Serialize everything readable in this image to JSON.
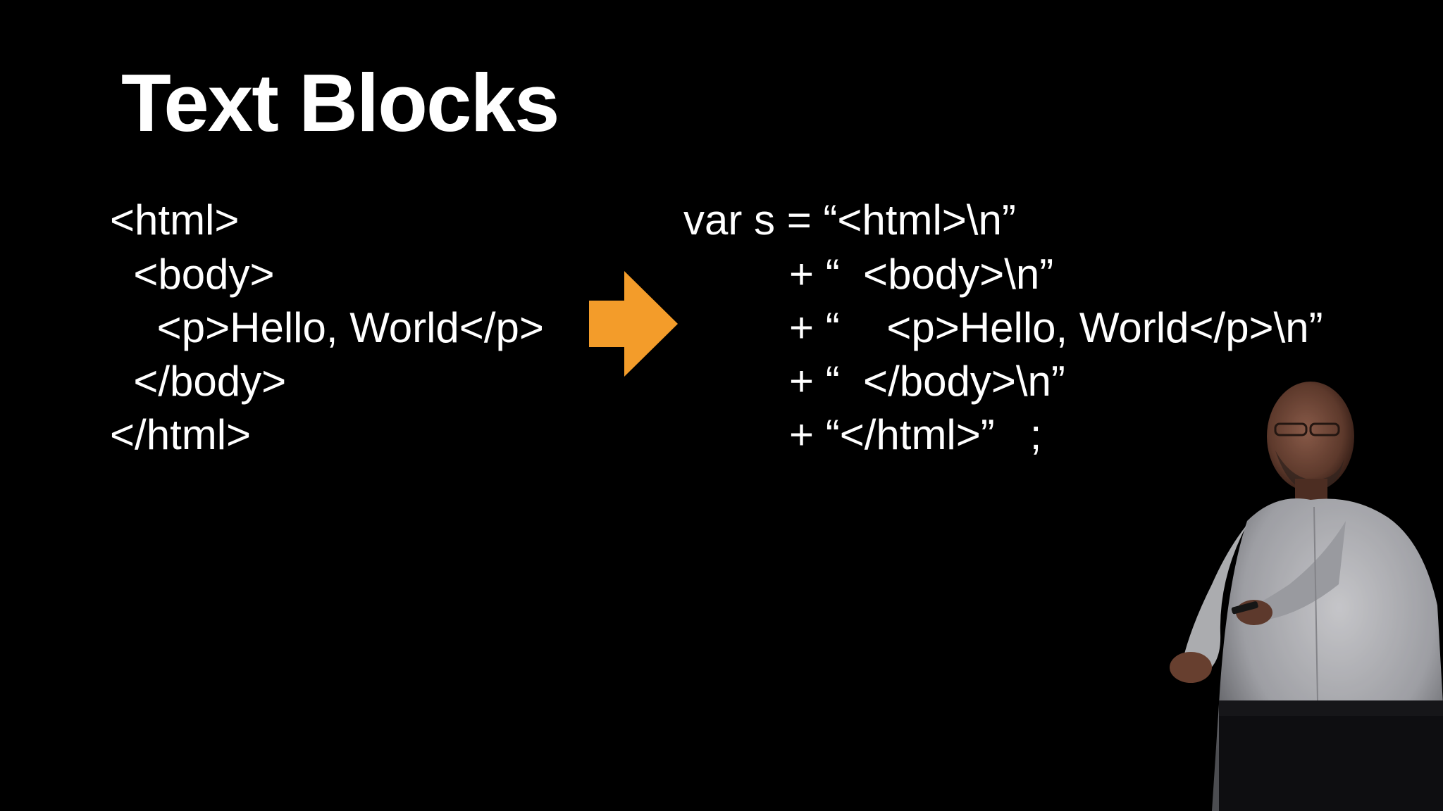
{
  "slide": {
    "title": "Text Blocks",
    "html_source_lines": [
      "<html>",
      "  <body>",
      "    <p>Hello, World</p>",
      "  </body>",
      "</html>"
    ],
    "java_string_lines": [
      "var s = “<html>\\n”",
      "+ “  <body>\\n”",
      "+ “    <p>Hello, World</p>\\n”",
      "+ “  </body>\\n”",
      "+ “</html>”   ;"
    ],
    "arrow_icon": "right-arrow-icon",
    "colors": {
      "background": "#000000",
      "text": "#ffffff",
      "arrow": "#f39c2a"
    }
  }
}
